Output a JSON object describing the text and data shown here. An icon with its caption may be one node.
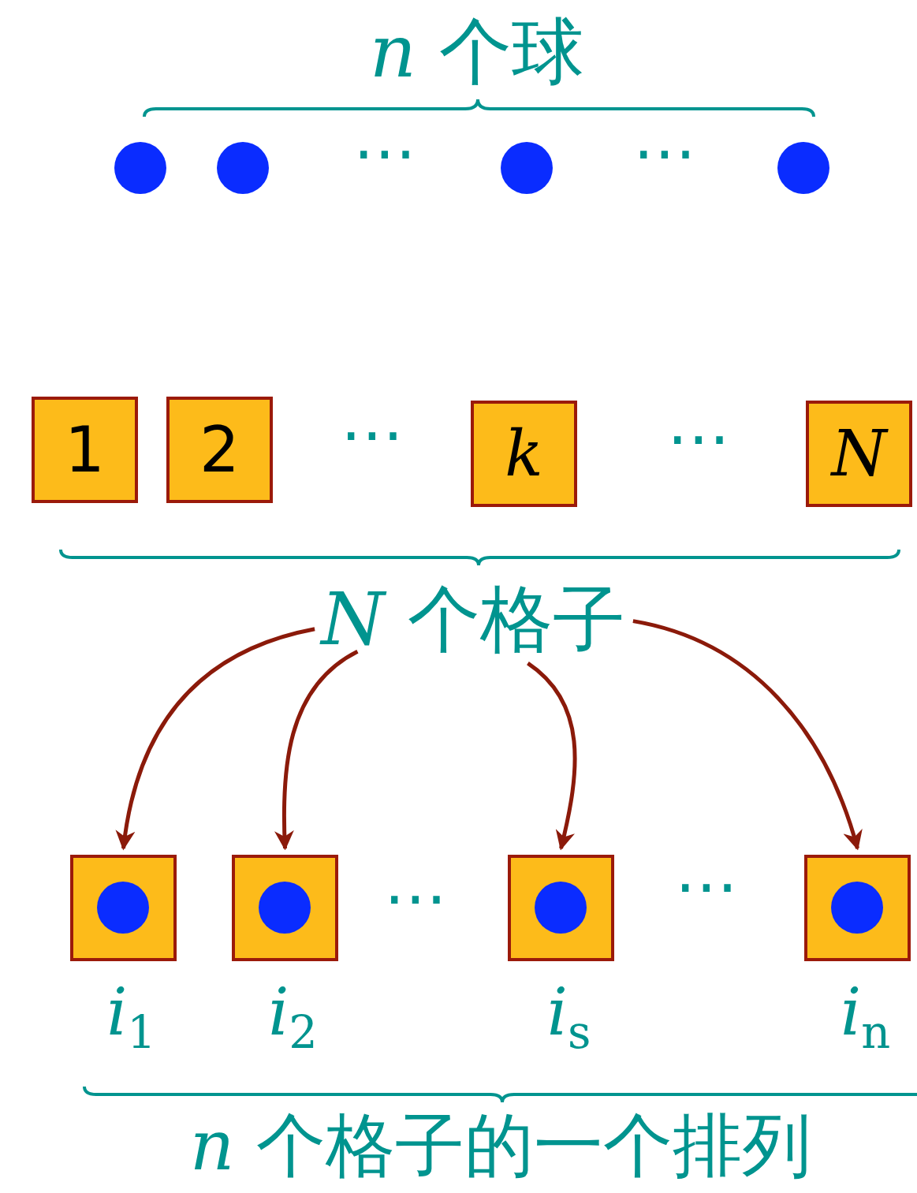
{
  "diagram": {
    "nodes": [
      {
        "text": [],
        "shape": "circle"
      },
      {
        "text": [],
        "shape": "circle"
      },
      {
        "text": [],
        "shape": "circle"
      },
      {
        "text": [],
        "shape": "circle"
      },
      {
        "text": [
          "1"
        ]
      },
      {
        "text": [
          "2"
        ]
      },
      {
        "text": [
          "k"
        ]
      },
      {
        "text": [
          "N"
        ]
      },
      {
        "text": [
          "*N* 个格子"
        ]
      },
      {
        "text": [],
        "shape": "box",
        "beside": [
          "*i*$_{1}$"
        ]
      },
      {
        "text": [],
        "shape": "box",
        "beside": [
          "*i*$_{2}$"
        ]
      },
      {
        "text": [],
        "shape": "box",
        "beside": [
          "*i*$_{s}$"
        ]
      },
      {
        "text": [],
        "shape": "box",
        "beside": [
          "*i*$_{n}$"
        ]
      },
      {
        "text": [],
        "shape": "circle",
        "in": 9
      },
      {
        "text": [],
        "shape": "circle",
        "in": 10
      },
      {
        "text": [],
        "shape": "circle",
        "in": 11
      },
      {
        "text": [],
        "shape": "circle",
        "in": 12
      }
    ],
    "edges": [
      {
        "from": 8,
        "to": 9,
        "arrow": "to"
      },
      {
        "from": 8,
        "to": 10,
        "arrow": "to"
      },
      {
        "from": 8,
        "to": 11,
        "arrow": "to"
      },
      {
        "from": 8,
        "to": 12,
        "arrow": "to"
      }
    ],
    "labels": [
      "*n* 个球",
      "⋯",
      "⋯",
      "⋯",
      "⋯",
      "⋯",
      "⋯",
      "*n* 个格子的一个排列"
    ]
  }
}
